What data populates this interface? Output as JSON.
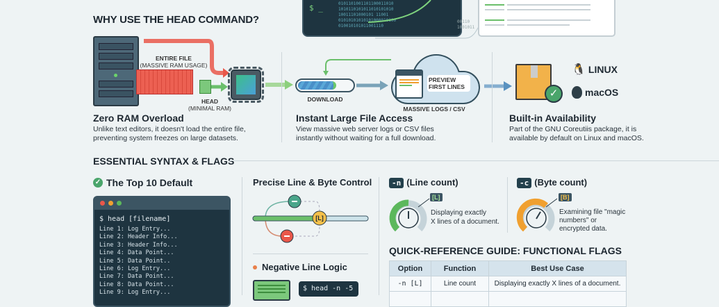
{
  "top": {
    "prompt": "$ _",
    "binary": [
      "0101101001101100011010",
      "1010110101011010101010",
      "10011101000101 11001",
      "01010101010101000010100",
      "010010101011001110",
      "00110",
      "1001011"
    ]
  },
  "why": {
    "title": "WHY USE THE HEAD COMMAND?",
    "ram": {
      "entire_label": "ENTIRE FILE",
      "entire_sub": "(MASSIVE RAM USAGE)",
      "head_label": "HEAD",
      "head_sub": "(MINIMAL RAM)",
      "title": "Zero RAM Overload",
      "desc": [
        "Unlike text editors, it doesn't load the entire file,",
        "preventing system freezes on large datasets."
      ]
    },
    "access": {
      "download": "DOWNLOAD",
      "preview": [
        "PREVIEW",
        "FIRST LINES"
      ],
      "cloud_label": "MASSIVE LOGS / CSV",
      "title": "Instant Large File Access",
      "desc": [
        "View massive web server logs or CSV files",
        "instantly without waiting for a full download."
      ]
    },
    "avail": {
      "linux": "LINUX",
      "macos": "macOS",
      "title": "Built-in Availability",
      "desc": [
        "Part of the GNU Coreutiis package, it is",
        "available by default on Linux and macOS."
      ]
    }
  },
  "syntax": {
    "title": "ESSENTIAL SYNTAX & FLAGS",
    "top10": {
      "title": "The Top 10 Default",
      "command": "$ head [filename]",
      "lines": [
        "Line 1: Log Entry...",
        "Line 2: Header Info...",
        "Line 3: Header Info...",
        "Line 4: Data Point...",
        "Line 5: Data Point..",
        "Line 6: Log Entry...",
        "Line 7: Data Point...",
        "Line 8: Data Point...",
        "Line 9: Log Entry..."
      ]
    },
    "precise": {
      "title": "Precise Line & Byte Control",
      "marker": "[L]"
    },
    "negative": {
      "title": "Negative Line Logic",
      "command": "$ head -n -5"
    },
    "n_flag": {
      "flag": "-n",
      "title": "(Line count)",
      "tag": "[L]",
      "desc": [
        "Displaying exactly",
        "X lines of a document."
      ]
    },
    "c_flag": {
      "flag": "-c",
      "title": "(Byte count)",
      "tag": "[B]",
      "desc": [
        "Examining file \"magic",
        "numbers\" or",
        "encrypted data."
      ]
    }
  },
  "quickref": {
    "title": "QUICK-REFERENCE GUIDE: FUNCTIONAL FLAGS",
    "headers": [
      "Option",
      "Function",
      "Best Use Case"
    ],
    "rows": [
      [
        "-n [L]",
        "Line count",
        "Displaying exactly X lines of a document."
      ]
    ]
  },
  "colors": {
    "green": "#5cb85c",
    "red": "#e9574a",
    "orange": "#f0a030",
    "dark": "#1e3440",
    "blue": "#4a8fc8"
  }
}
